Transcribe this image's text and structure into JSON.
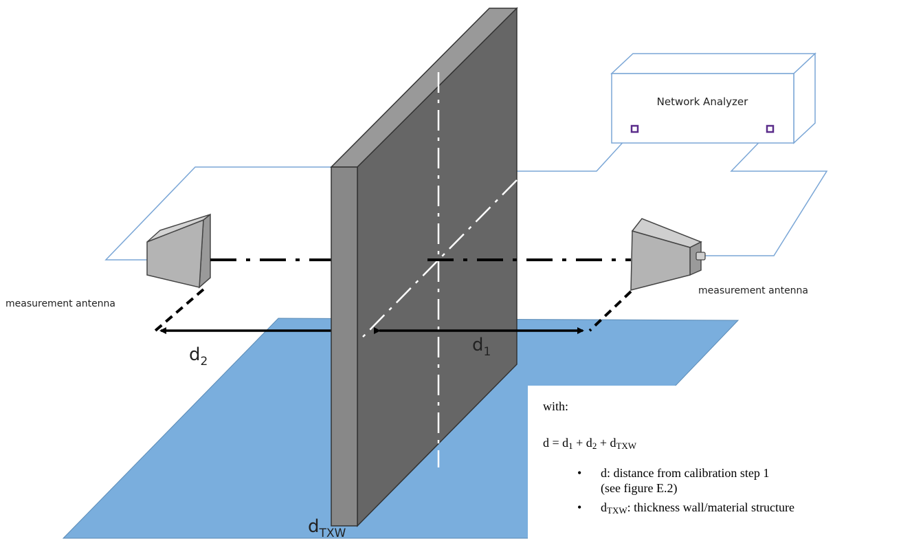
{
  "network_analyzer": {
    "label": "Network Analyzer"
  },
  "left_antenna": {
    "label": "measurement antenna"
  },
  "right_antenna": {
    "label": "measurement antenna"
  },
  "distances": {
    "d1_main": "d",
    "d1_sub": "1",
    "d2_main": "d",
    "d2_sub": "2",
    "dtxw_main": "d",
    "dtxw_sub": "TXW"
  },
  "legend": {
    "with": "with:",
    "formula": {
      "d": "d = d",
      "s1": "1",
      "plus1": " + d",
      "s2": "2",
      "plus2": " + d",
      "s3": "TXW"
    },
    "items": [
      {
        "bullet": "•",
        "line1": "d: distance from calibration step 1",
        "line2": "(see figure E.2)"
      },
      {
        "bullet": "•",
        "prefix": "d",
        "sub": "TXW",
        "text": ": thickness wall/material structure"
      }
    ]
  },
  "colors": {
    "floor": "#7aaedd",
    "wall_face": "#666666",
    "wall_side": "#888888",
    "wall_top": "#999999",
    "cable": "#7aa6d6",
    "port": "#5a2c8a",
    "antenna": "#b4b4b4"
  }
}
